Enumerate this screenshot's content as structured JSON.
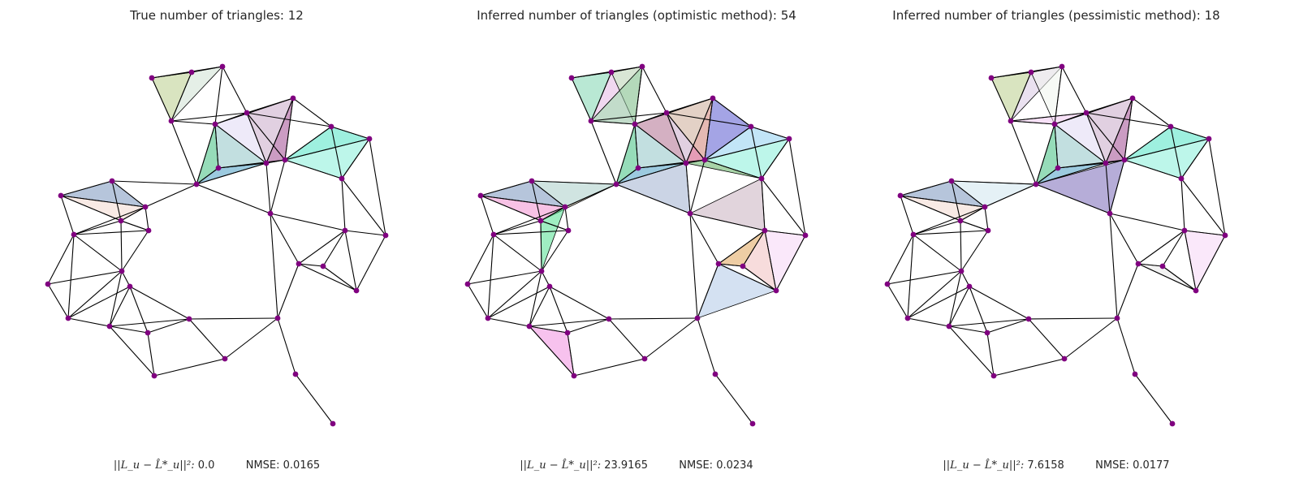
{
  "panels": [
    {
      "title": "True number of triangles: 12",
      "error_label": "||L_u − L̂*_u||²:",
      "error_value": "0.0",
      "nmse_label": "NMSE:",
      "nmse_value": "0.0165"
    },
    {
      "title": "Inferred number of triangles (optimistic method): 54",
      "error_label": "||L_u − L̂*_u||²:",
      "error_value": "23.9165",
      "nmse_label": "NMSE:",
      "nmse_value": "0.0234"
    },
    {
      "title": "Inferred number of triangles (pessimistic method): 18",
      "error_label": "||L_u − L̂*_u||²:",
      "error_value": "7.6158",
      "nmse_label": "NMSE:",
      "nmse_value": "0.0177"
    }
  ],
  "colors": {
    "node": "#800080",
    "edge": "#000000"
  }
}
